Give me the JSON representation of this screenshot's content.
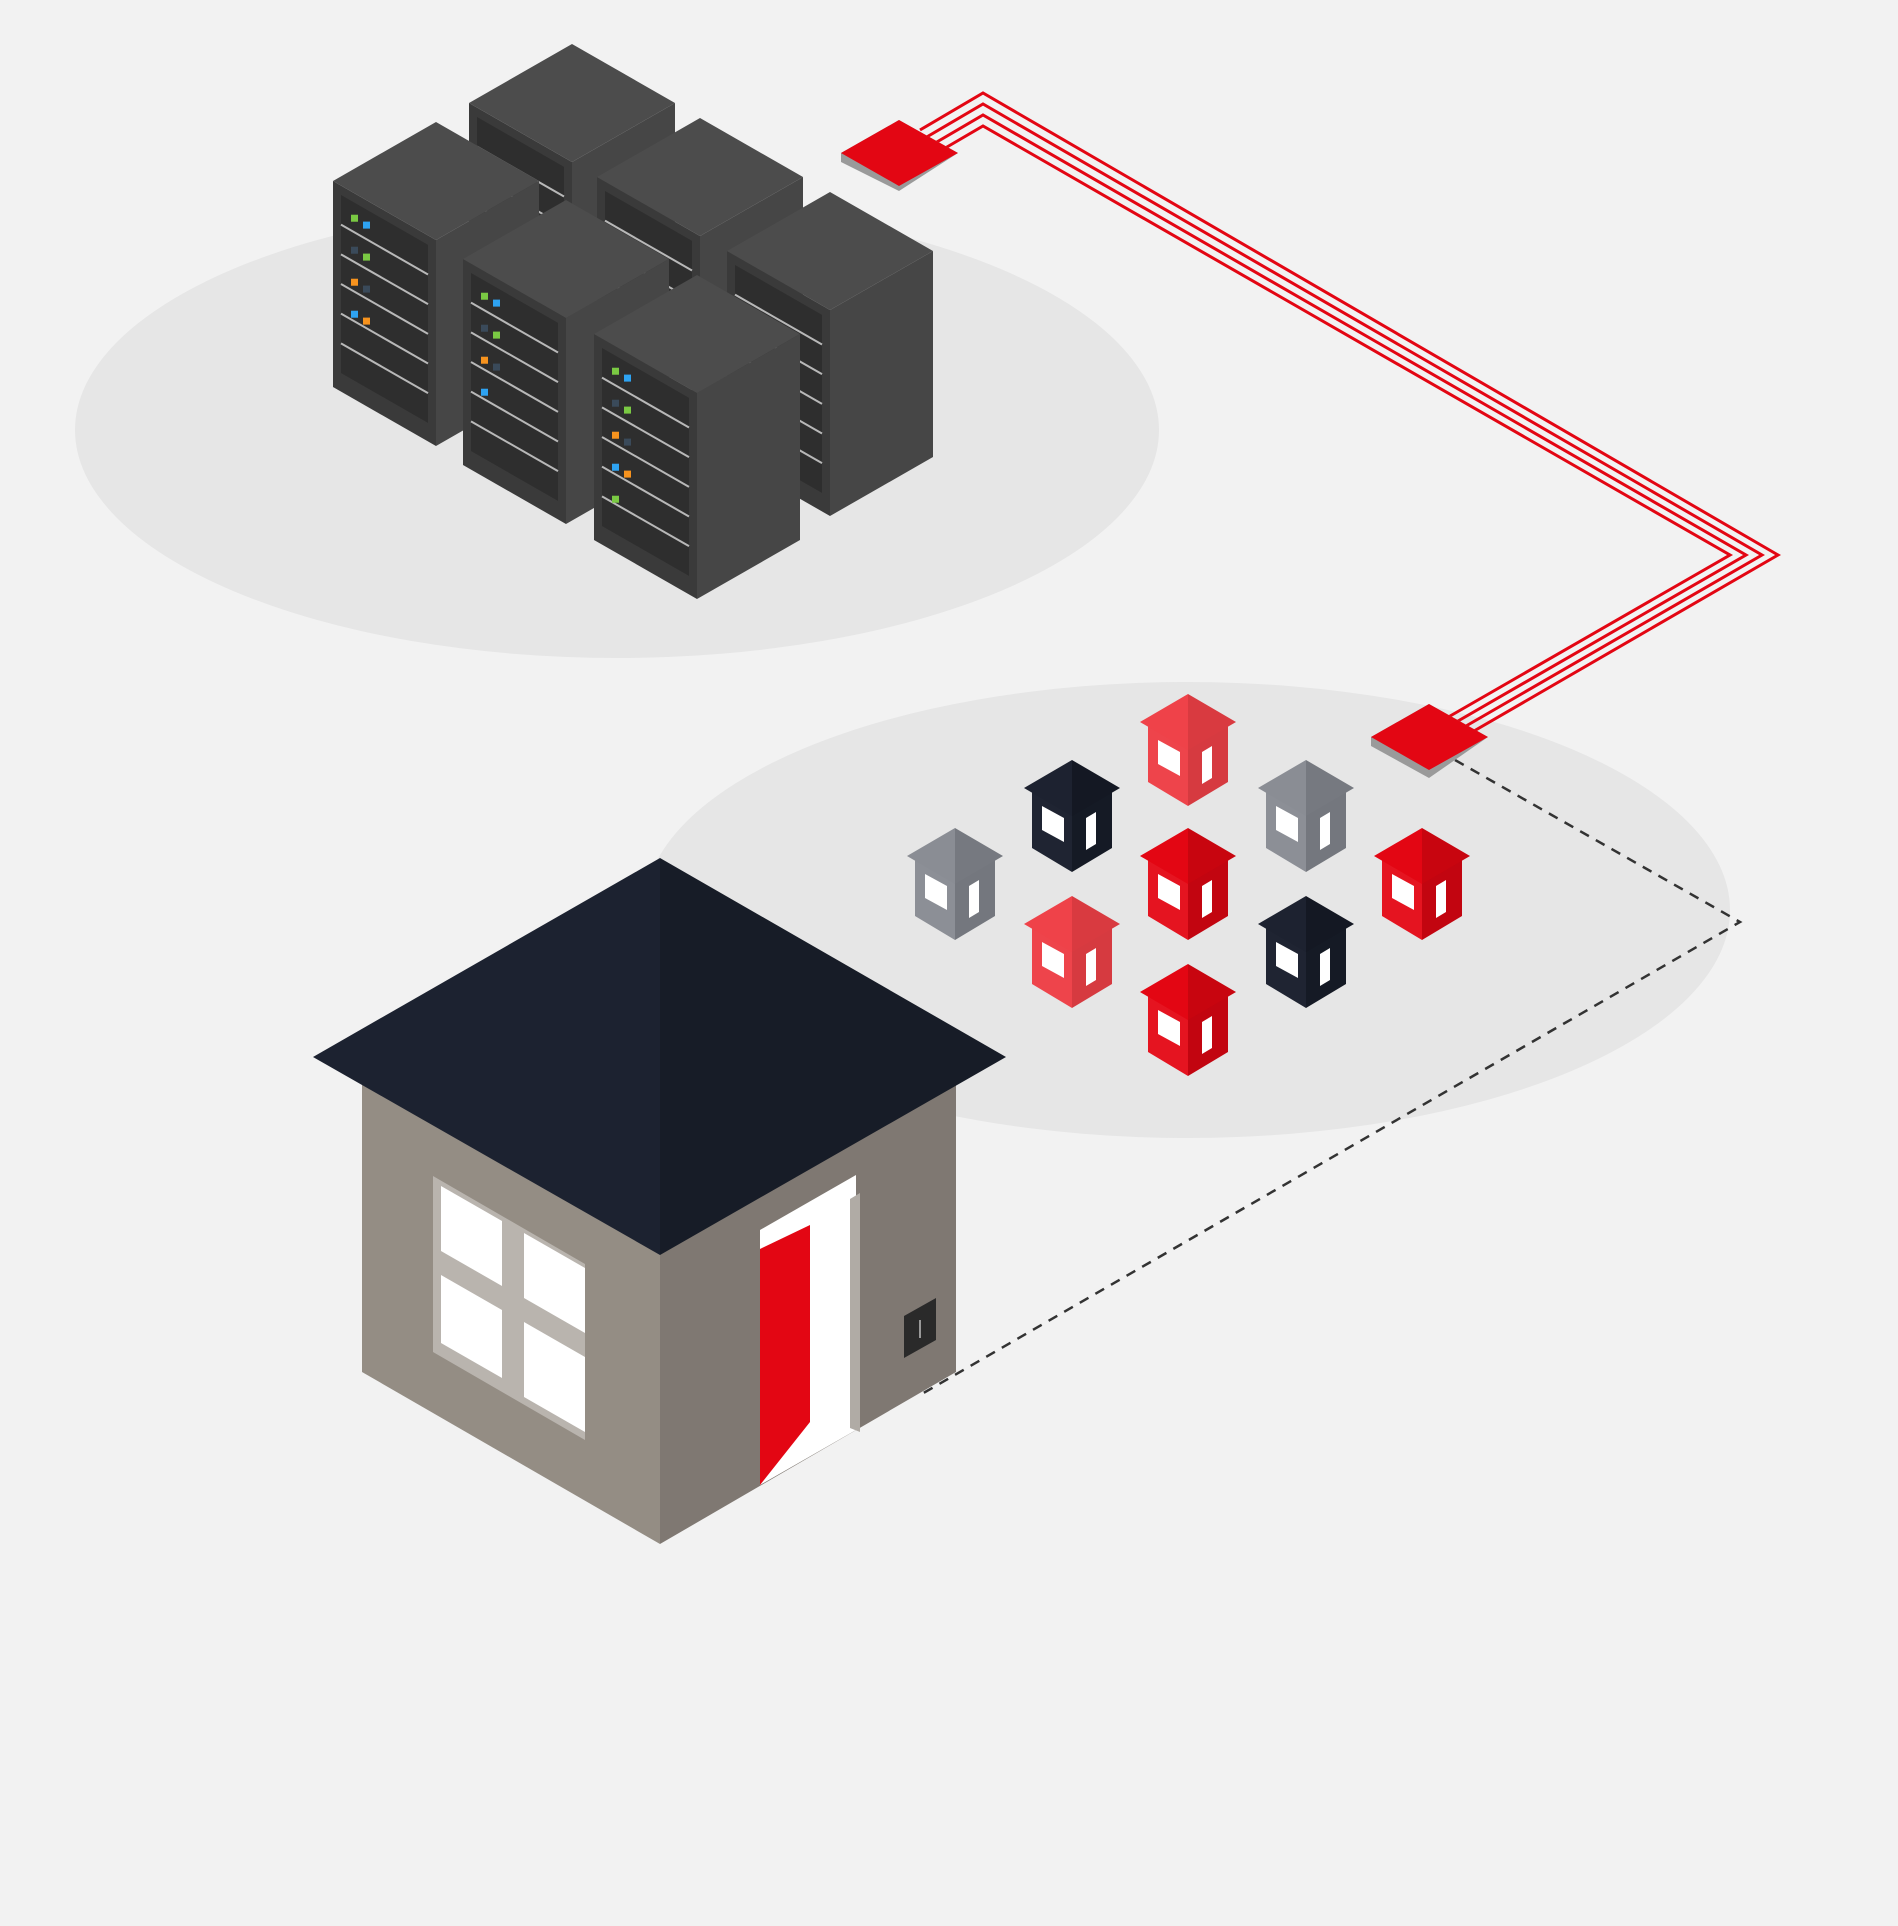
{
  "diagram": {
    "palette": {
      "background": "#f2f2f2",
      "platform": "#e6e6e6",
      "server_top": "#4c4c4c",
      "server_left": "#3a3a3a",
      "server_right": "#464646",
      "server_panel": "#2e2e2e",
      "server_rail": "#b8b8b8",
      "cable_red": "#e30613",
      "node_top": "#e30613",
      "node_side": "#9a9a9a",
      "dash_line": "#333333",
      "house_wall_left": "#948d84",
      "house_wall_right": "#7f7872",
      "house_roof_left": "#1c2230",
      "house_roof_right": "#171c27",
      "door_red": "#e30613",
      "window": "#ffffff",
      "window_frame": "#b9b4ae",
      "outlet": "#2a2a2a"
    },
    "server_leds": [
      "#7ac943",
      "#2ea3f2",
      "#f7931e",
      "#3a4a5a"
    ],
    "server_racks": [
      {
        "id": "rack-back-center",
        "leds": 0
      },
      {
        "id": "rack-back-left",
        "leds": 8
      },
      {
        "id": "rack-back-right-1",
        "leds": 0
      },
      {
        "id": "rack-back-right-2",
        "leds": 0
      },
      {
        "id": "rack-middle",
        "leds": 7
      },
      {
        "id": "rack-front",
        "leds": 9
      }
    ],
    "neighborhood_houses": [
      {
        "id": "house-1",
        "color": "salmon"
      },
      {
        "id": "house-2",
        "color": "navy"
      },
      {
        "id": "house-3",
        "color": "gray"
      },
      {
        "id": "house-4",
        "color": "gray"
      },
      {
        "id": "house-5",
        "color": "red"
      },
      {
        "id": "house-6",
        "color": "red"
      },
      {
        "id": "house-7",
        "color": "salmon"
      },
      {
        "id": "house-8",
        "color": "navy"
      },
      {
        "id": "house-9",
        "color": "red"
      }
    ],
    "house_colors": {
      "red": {
        "roof_l": "#e30613",
        "roof_r": "#c8050f",
        "wall_l": "#e51420",
        "wall_r": "#c20510"
      },
      "salmon": {
        "roof_l": "#ef4249",
        "roof_r": "#d93a40",
        "wall_l": "#ee444b",
        "wall_r": "#d63a40"
      },
      "navy": {
        "roof_l": "#1d2230",
        "roof_r": "#141823",
        "wall_l": "#1f2432",
        "wall_r": "#151a25"
      },
      "gray": {
        "roof_l": "#8a8d94",
        "roof_r": "#767980",
        "wall_l": "#8c8f96",
        "wall_r": "#74777e"
      }
    }
  }
}
